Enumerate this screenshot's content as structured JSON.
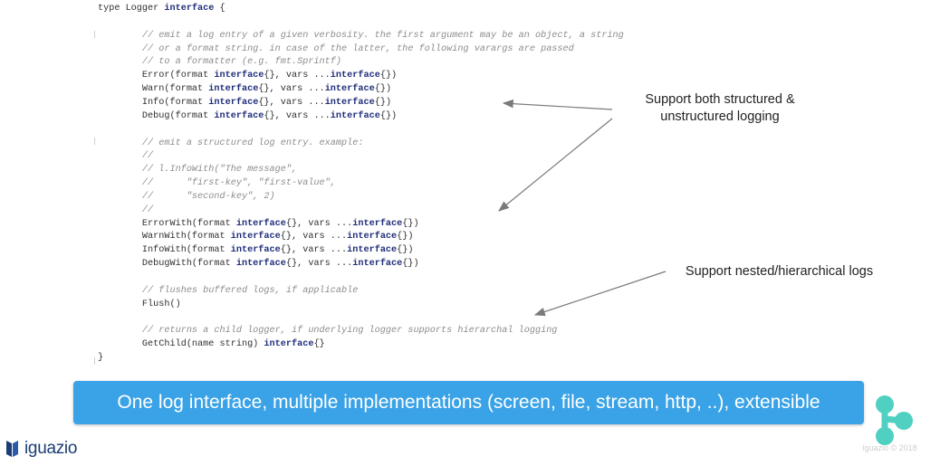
{
  "code": {
    "lines": [
      {
        "segments": [
          {
            "t": "type Logger ",
            "c": "plain"
          },
          {
            "t": "interface",
            "c": "kw"
          },
          {
            "t": " {",
            "c": "plain"
          }
        ]
      },
      {
        "segments": []
      },
      {
        "segments": [
          {
            "t": "        // emit a log entry of a given verbosity. the first argument may be an object, a string",
            "c": "comment"
          }
        ]
      },
      {
        "segments": [
          {
            "t": "        // or a format string. in case of the latter, the following varargs are passed",
            "c": "comment"
          }
        ]
      },
      {
        "segments": [
          {
            "t": "        // to a formatter (e.g. fmt.Sprintf)",
            "c": "comment"
          }
        ]
      },
      {
        "segments": [
          {
            "t": "        Error(format ",
            "c": "plain"
          },
          {
            "t": "interface",
            "c": "kw"
          },
          {
            "t": "{}, vars ...",
            "c": "plain"
          },
          {
            "t": "interface",
            "c": "kw"
          },
          {
            "t": "{})",
            "c": "plain"
          }
        ]
      },
      {
        "segments": [
          {
            "t": "        Warn(format ",
            "c": "plain"
          },
          {
            "t": "interface",
            "c": "kw"
          },
          {
            "t": "{}, vars ...",
            "c": "plain"
          },
          {
            "t": "interface",
            "c": "kw"
          },
          {
            "t": "{})",
            "c": "plain"
          }
        ]
      },
      {
        "segments": [
          {
            "t": "        Info(format ",
            "c": "plain"
          },
          {
            "t": "interface",
            "c": "kw"
          },
          {
            "t": "{}, vars ...",
            "c": "plain"
          },
          {
            "t": "interface",
            "c": "kw"
          },
          {
            "t": "{})",
            "c": "plain"
          }
        ]
      },
      {
        "segments": [
          {
            "t": "        Debug(format ",
            "c": "plain"
          },
          {
            "t": "interface",
            "c": "kw"
          },
          {
            "t": "{}, vars ...",
            "c": "plain"
          },
          {
            "t": "interface",
            "c": "kw"
          },
          {
            "t": "{})",
            "c": "plain"
          }
        ]
      },
      {
        "segments": []
      },
      {
        "segments": [
          {
            "t": "        // emit a structured log entry. example:",
            "c": "comment"
          }
        ]
      },
      {
        "segments": [
          {
            "t": "        //",
            "c": "comment"
          }
        ]
      },
      {
        "segments": [
          {
            "t": "        // l.InfoWith(\"The message\",",
            "c": "comment"
          }
        ]
      },
      {
        "segments": [
          {
            "t": "        //      \"first-key\", \"first-value\",",
            "c": "comment"
          }
        ]
      },
      {
        "segments": [
          {
            "t": "        //      \"second-key\", 2)",
            "c": "comment"
          }
        ]
      },
      {
        "segments": [
          {
            "t": "        //",
            "c": "comment"
          }
        ]
      },
      {
        "segments": [
          {
            "t": "        ErrorWith(format ",
            "c": "plain"
          },
          {
            "t": "interface",
            "c": "kw"
          },
          {
            "t": "{}, vars ...",
            "c": "plain"
          },
          {
            "t": "interface",
            "c": "kw"
          },
          {
            "t": "{})",
            "c": "plain"
          }
        ]
      },
      {
        "segments": [
          {
            "t": "        WarnWith(format ",
            "c": "plain"
          },
          {
            "t": "interface",
            "c": "kw"
          },
          {
            "t": "{}, vars ...",
            "c": "plain"
          },
          {
            "t": "interface",
            "c": "kw"
          },
          {
            "t": "{})",
            "c": "plain"
          }
        ]
      },
      {
        "segments": [
          {
            "t": "        InfoWith(format ",
            "c": "plain"
          },
          {
            "t": "interface",
            "c": "kw"
          },
          {
            "t": "{}, vars ...",
            "c": "plain"
          },
          {
            "t": "interface",
            "c": "kw"
          },
          {
            "t": "{})",
            "c": "plain"
          }
        ]
      },
      {
        "segments": [
          {
            "t": "        DebugWith(format ",
            "c": "plain"
          },
          {
            "t": "interface",
            "c": "kw"
          },
          {
            "t": "{}, vars ...",
            "c": "plain"
          },
          {
            "t": "interface",
            "c": "kw"
          },
          {
            "t": "{})",
            "c": "plain"
          }
        ]
      },
      {
        "segments": []
      },
      {
        "segments": [
          {
            "t": "        // flushes buffered logs, if applicable",
            "c": "comment"
          }
        ]
      },
      {
        "segments": [
          {
            "t": "        Flush()",
            "c": "plain"
          }
        ]
      },
      {
        "segments": []
      },
      {
        "segments": [
          {
            "t": "        // returns a child logger, if underlying logger supports hierarchal logging",
            "c": "comment"
          }
        ]
      },
      {
        "segments": [
          {
            "t": "        GetChild(name string) ",
            "c": "plain"
          },
          {
            "t": "interface",
            "c": "kw"
          },
          {
            "t": "{}",
            "c": "plain"
          }
        ]
      },
      {
        "segments": [
          {
            "t": "}",
            "c": "plain"
          }
        ]
      }
    ]
  },
  "annotations": {
    "structured_line1": "Support both structured &",
    "structured_line2": "unstructured logging",
    "nested": "Support nested/hierarchical logs"
  },
  "banner": {
    "text": "One log interface, multiple implementations (screen, file, stream, http, ..), extensible"
  },
  "brand": {
    "logo_text": "iguazio",
    "copyright": "Iguazio © 2018",
    "logo_icon": "iguazio-logo-icon",
    "corner_icon": "teal-nodes-icon"
  },
  "colors": {
    "banner": "#3aa2e6",
    "keyword": "#1f2d7a",
    "comment": "#8c8c8c",
    "teal": "#4fd0c0",
    "logo_blue": "#1b3d74"
  }
}
